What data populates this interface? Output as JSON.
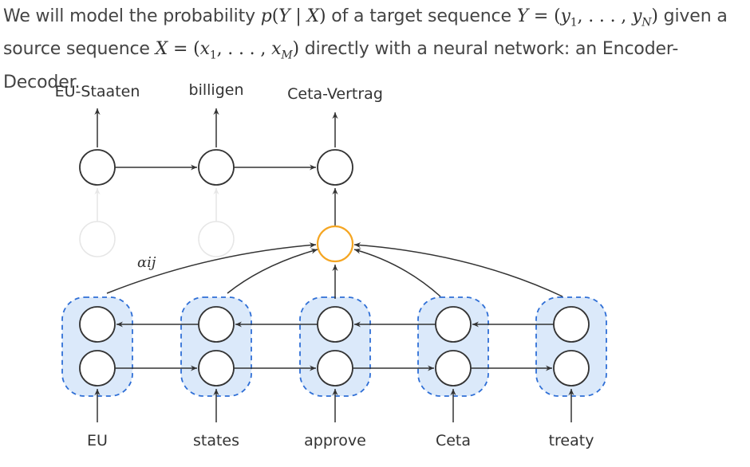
{
  "intro": {
    "line1_a": "We will model the probability ",
    "line1_math1": "p(Y | X)",
    "line1_b": " of a target sequence ",
    "line1_math2": "Y = (y1, . . . , yN)",
    "line1_c": " given a",
    "line2_a": "source sequence ",
    "line2_math": "X = (x1, . . . , xM)",
    "line2_b": " directly with a neural network: an Encoder-Decoder."
  },
  "diagram": {
    "target_words": [
      "EU-Staaten",
      "billigen",
      "Ceta-Vertrag"
    ],
    "source_words": [
      "EU",
      "states",
      "approve",
      "Ceta",
      "treaty"
    ],
    "attention_label": "αij",
    "colors": {
      "line": "#333333",
      "faded": "#e6e6e6",
      "attention_node": "#f5a623",
      "encoder_fill": "#dbe9fa",
      "encoder_border": "#2f6fd6"
    }
  }
}
